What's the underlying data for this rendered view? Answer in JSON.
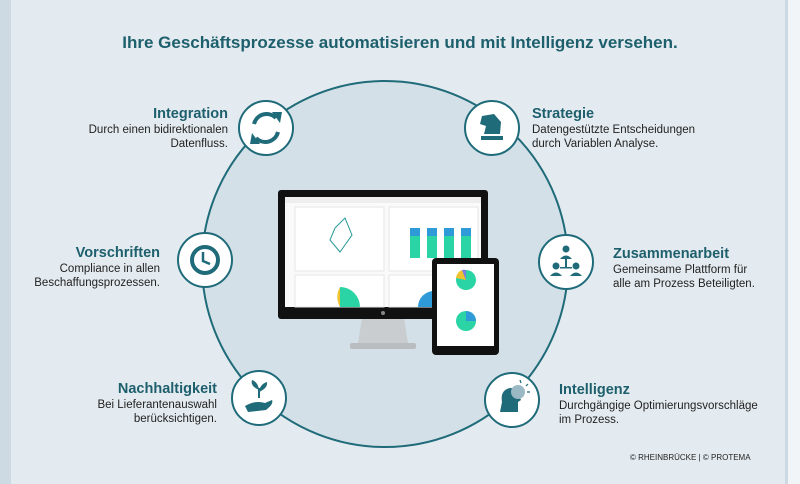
{
  "title": "Ihre Geschäftsprozesse automatisieren und mit Intelligenz versehen.",
  "items": {
    "integration": {
      "title": "Integration",
      "line1": "Durch einen bidirektionalen",
      "line2": "Datenfluss.",
      "icon": "sync-arrows-icon"
    },
    "strategie": {
      "title": "Strategie",
      "line1": "Datengestützte Entscheidungen",
      "line2": "durch Variablen Analyse.",
      "icon": "chess-knight-icon"
    },
    "vorschriften": {
      "title": "Vorschriften",
      "line1": "Compliance in allen",
      "line2": "Beschaffungsprozessen.",
      "icon": "clock-icon"
    },
    "zusammenarbeit": {
      "title": "Zusammenarbeit",
      "line1": "Gemeinsame Plattform für",
      "line2": "alle am Prozess Beteiligten.",
      "icon": "team-hierarchy-icon"
    },
    "nachhaltigkeit": {
      "title": "Nachhaltigkeit",
      "line1": "Bei Lieferantenauswahl",
      "line2": "berücksichtigen.",
      "icon": "plant-in-hand-icon"
    },
    "intelligenz": {
      "title": "Intelligenz",
      "line1": "Durchgängige Optimierungsvorschläge",
      "line2": "im Prozess.",
      "icon": "head-lightbulb-icon"
    }
  },
  "copyright": "© RHEINBRÜCKE | © PROTEMA",
  "colors": {
    "accent": "#1d5f6c",
    "teal": "#2bd4a4",
    "blue": "#2f9ad8",
    "background": "#e4ebf0"
  }
}
